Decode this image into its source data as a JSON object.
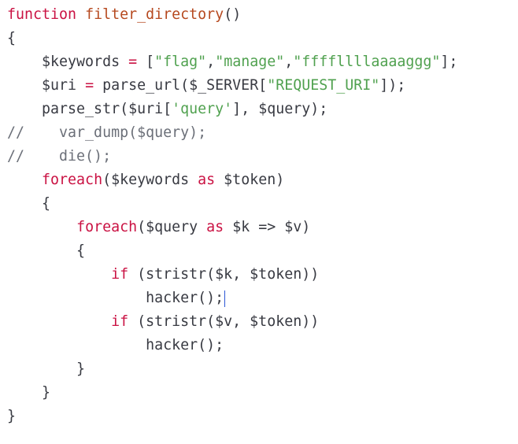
{
  "code": {
    "lines": [
      [
        {
          "t": "function",
          "c": "kw"
        },
        {
          "t": " ",
          "c": "pl"
        },
        {
          "t": "filter_directory",
          "c": "fn"
        },
        {
          "t": "()",
          "c": "pl"
        }
      ],
      [
        {
          "t": "{",
          "c": "pl"
        }
      ],
      [
        {
          "t": "    $keywords ",
          "c": "pl"
        },
        {
          "t": "=",
          "c": "kw"
        },
        {
          "t": " [",
          "c": "pl"
        },
        {
          "t": "\"flag\"",
          "c": "str"
        },
        {
          "t": ",",
          "c": "pl"
        },
        {
          "t": "\"manage\"",
          "c": "str"
        },
        {
          "t": ",",
          "c": "pl"
        },
        {
          "t": "\"ffffllllaaaaggg\"",
          "c": "str"
        },
        {
          "t": "];",
          "c": "pl"
        }
      ],
      [
        {
          "t": "    $uri ",
          "c": "pl"
        },
        {
          "t": "=",
          "c": "kw"
        },
        {
          "t": " parse_url($_SERVER[",
          "c": "pl"
        },
        {
          "t": "\"REQUEST_URI\"",
          "c": "str"
        },
        {
          "t": "]);",
          "c": "pl"
        }
      ],
      [
        {
          "t": "    parse_str($uri[",
          "c": "pl"
        },
        {
          "t": "'query'",
          "c": "str"
        },
        {
          "t": "], $query);",
          "c": "pl"
        }
      ],
      [
        {
          "t": "//    var_dump($query);",
          "c": "cm"
        }
      ],
      [
        {
          "t": "//    die();",
          "c": "cm"
        }
      ],
      [
        {
          "t": "    ",
          "c": "pl"
        },
        {
          "t": "foreach",
          "c": "kw"
        },
        {
          "t": "($keywords ",
          "c": "pl"
        },
        {
          "t": "as",
          "c": "kw"
        },
        {
          "t": " $token)",
          "c": "pl"
        }
      ],
      [
        {
          "t": "    {",
          "c": "pl"
        }
      ],
      [
        {
          "t": "        ",
          "c": "pl"
        },
        {
          "t": "foreach",
          "c": "kw"
        },
        {
          "t": "($query ",
          "c": "pl"
        },
        {
          "t": "as",
          "c": "kw"
        },
        {
          "t": " $k => $v)",
          "c": "pl"
        }
      ],
      [
        {
          "t": "        {",
          "c": "pl"
        }
      ],
      [
        {
          "t": "            ",
          "c": "pl"
        },
        {
          "t": "if",
          "c": "kw"
        },
        {
          "t": " (stristr($k, $token))",
          "c": "pl"
        }
      ],
      [
        {
          "t": "                hacker();",
          "c": "pl"
        },
        {
          "t": "",
          "c": "caret"
        }
      ],
      [
        {
          "t": "            ",
          "c": "pl"
        },
        {
          "t": "if",
          "c": "kw"
        },
        {
          "t": " (stristr($v, $token))",
          "c": "pl"
        }
      ],
      [
        {
          "t": "                hacker();",
          "c": "pl"
        }
      ],
      [
        {
          "t": "        }",
          "c": "pl"
        }
      ],
      [
        {
          "t": "    }",
          "c": "pl"
        }
      ],
      [
        {
          "t": "}",
          "c": "pl"
        }
      ]
    ]
  },
  "colors": {
    "keyword": "#ca1243",
    "function_name": "#b6491f",
    "string": "#50a14f",
    "comment": "#6b6f78",
    "plain": "#383a42",
    "caret": "#2b57d6",
    "background": "#ffffff"
  }
}
